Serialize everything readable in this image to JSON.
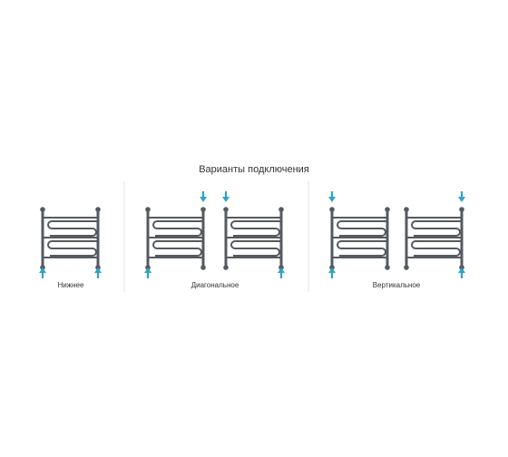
{
  "title": "Варианты подключения",
  "groups": [
    {
      "label": "Нижнее",
      "items": [
        {
          "left_arrow": "up",
          "right_arrow": "up"
        }
      ]
    },
    {
      "label": "Диагональное",
      "items": [
        {
          "left_arrow": "up",
          "right_arrow": "down-top"
        },
        {
          "left_arrow": "down-top",
          "right_arrow": "up"
        }
      ]
    },
    {
      "label": "Вертикальное",
      "items": [
        {
          "left_arrow": "down-top",
          "left_arrow2": "up"
        },
        {
          "right_arrow": "down-top",
          "right_arrow2": "up"
        }
      ]
    }
  ],
  "colors": {
    "arrow": "#2fa3c7",
    "pipe": "#555a60",
    "divider": "#e6e6e6",
    "text": "#333333"
  },
  "icons": {
    "arrow_up": "arrow-up-icon",
    "arrow_down": "arrow-down-icon"
  }
}
